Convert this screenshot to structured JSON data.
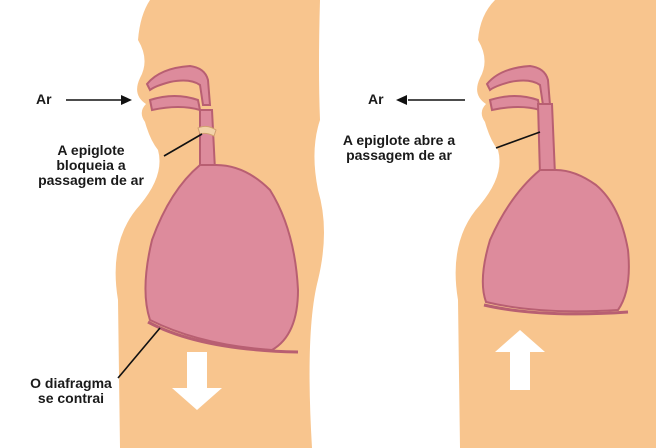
{
  "left_panel": {
    "air_label": "Ar",
    "epiglottis_label": "A epiglote\nbloqueia a\npassagem de ar",
    "diaphragm_label": "O diafragma\nse contrai",
    "diaphragm_arrow_direction": "down"
  },
  "right_panel": {
    "air_label": "Ar",
    "epiglottis_label": "A epiglote abre a\npassagem de ar",
    "diaphragm_arrow_direction": "up"
  },
  "colors": {
    "skin": "#f8c58e",
    "lung": "#dd8b9c",
    "lung_outline": "#b85f72",
    "arrow": "#ffffff",
    "line": "#111111"
  }
}
